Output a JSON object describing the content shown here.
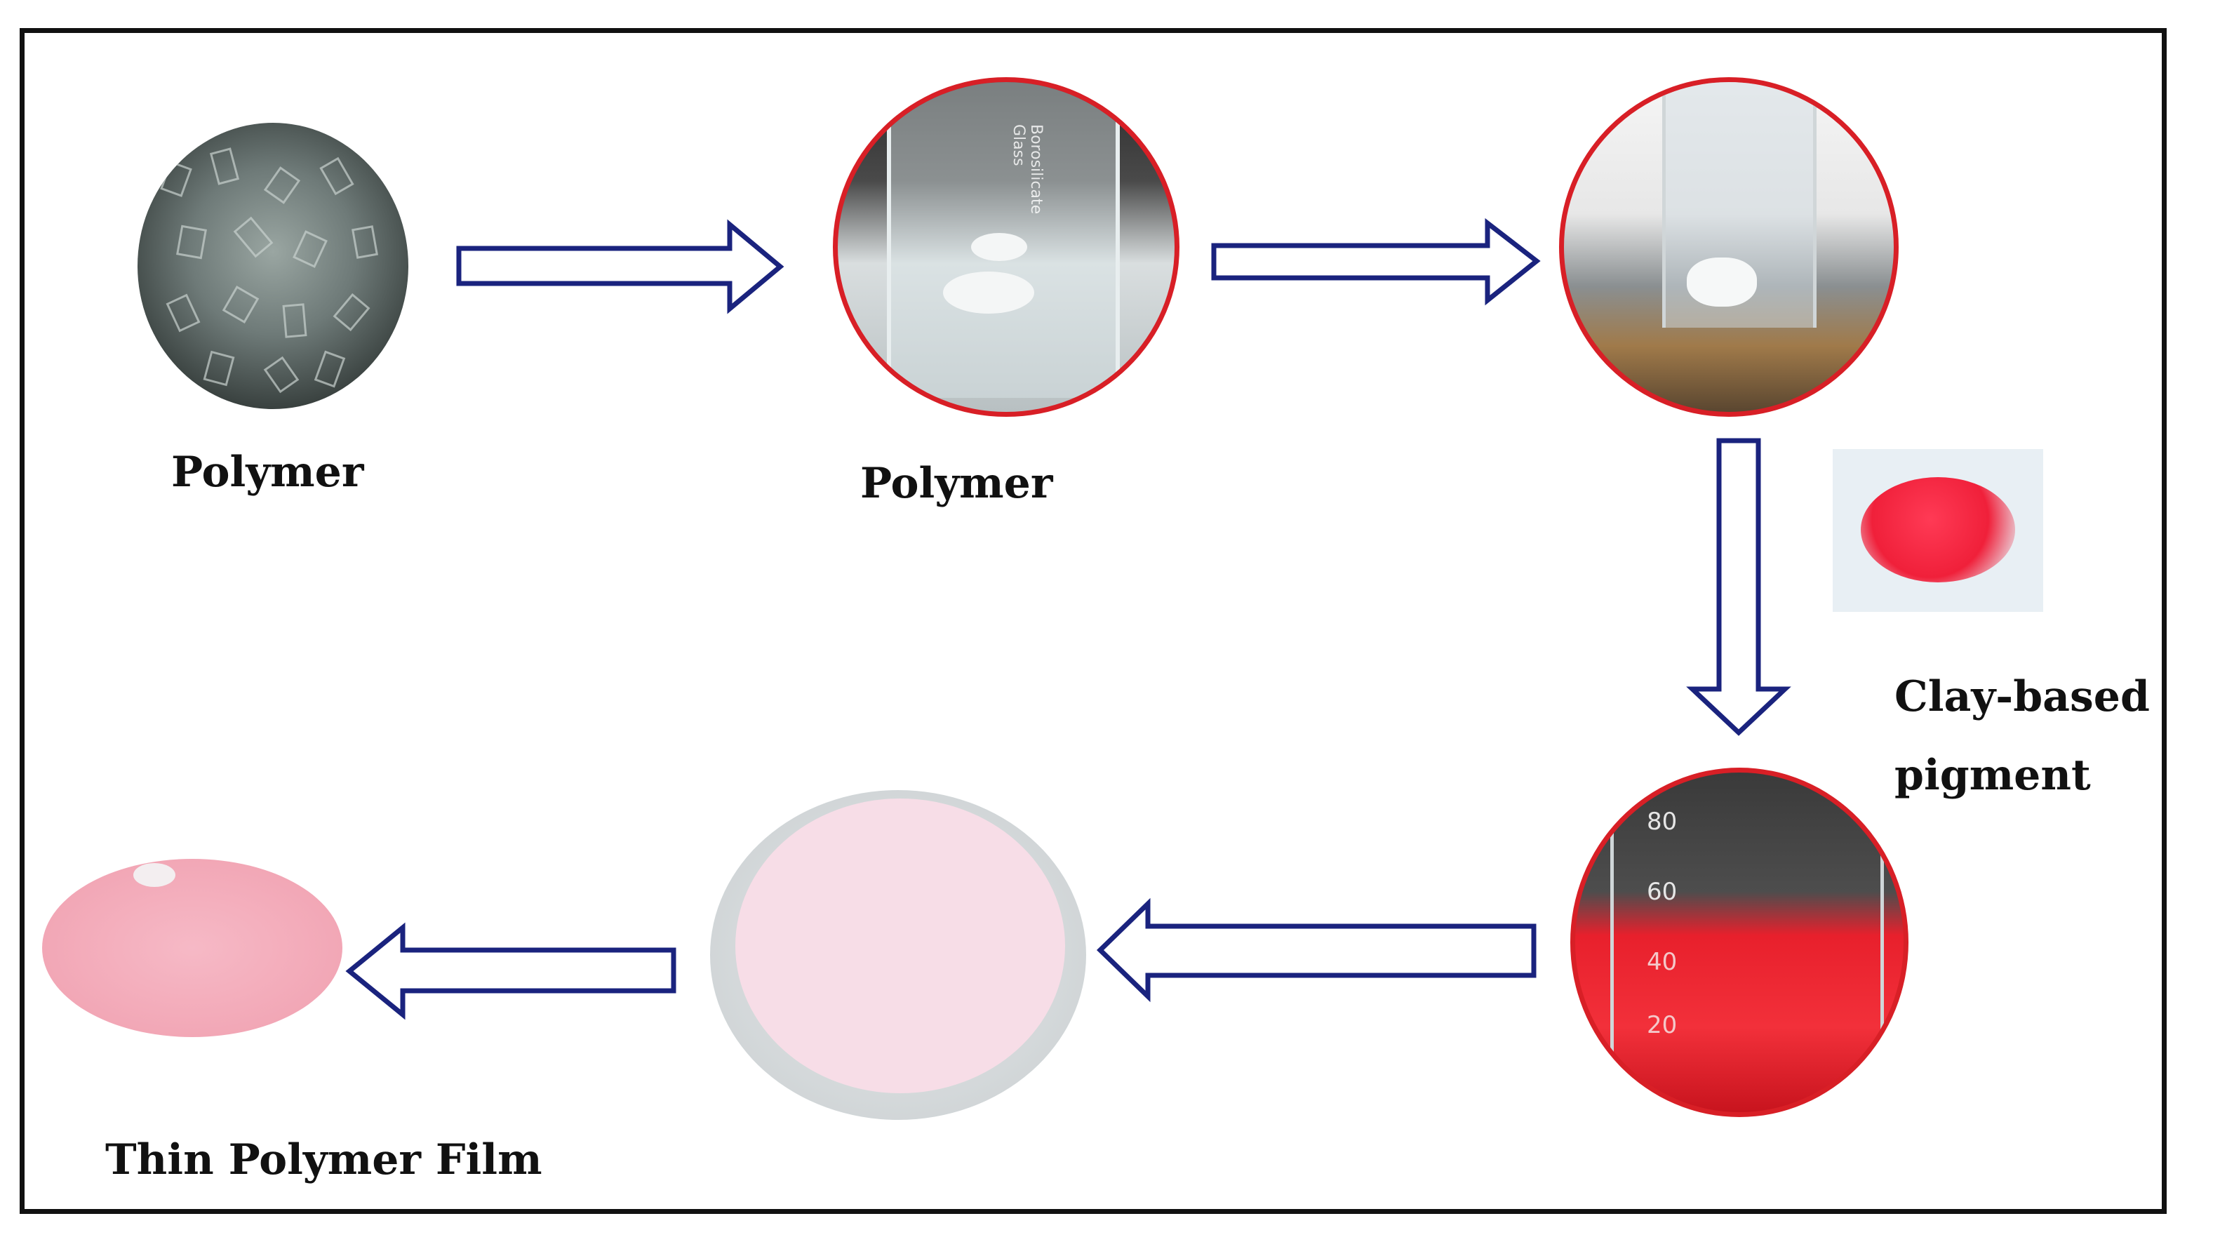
{
  "diagram": {
    "labels": {
      "polymer_pellets": "Polymer",
      "polymer_solution": "Polymer",
      "pigment_line1": "Clay-based",
      "pigment_line2": "pigment",
      "thin_film": "Thin Polymer Film"
    },
    "beaker_scale": [
      "80",
      "60",
      "40",
      "20"
    ],
    "beaker_text": "Borosilicate Glass",
    "colors": {
      "arrow_stroke": "#1a237e",
      "photo_ring": "#d81f26",
      "pigment_red": "#f0203a",
      "film_pink": "#f2a7b6"
    }
  }
}
